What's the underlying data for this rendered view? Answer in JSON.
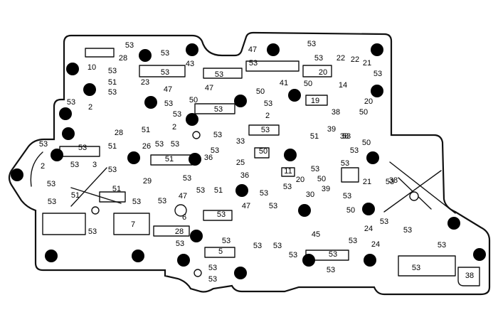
{
  "labels": [
    "53",
    "47",
    "53",
    "53",
    "28",
    "53",
    "10",
    "53",
    "43",
    "53",
    "53",
    "22",
    "22",
    "21",
    "53",
    "51",
    "23",
    "53",
    "20",
    "14",
    "53",
    "47",
    "47",
    "50",
    "41",
    "50",
    "20",
    "53",
    "50",
    "53",
    "53",
    "2",
    "53",
    "19",
    "38",
    "53",
    "53",
    "2",
    "50",
    "39",
    "28",
    "51",
    "2",
    "53",
    "53",
    "51",
    "53",
    "53",
    "51",
    "33",
    "26",
    "53",
    "53",
    "50",
    "53",
    "3",
    "53",
    "51",
    "36",
    "25",
    "50",
    "2",
    "36",
    "11",
    "53",
    "53",
    "53",
    "51",
    "29",
    "53",
    "53",
    "21",
    "53",
    "51",
    "53",
    "53",
    "47",
    "53",
    "30",
    "53",
    "39",
    "53",
    "51",
    "53",
    "53",
    "53",
    "47",
    "6",
    "53",
    "50",
    "53",
    "45",
    "53",
    "53",
    "28",
    "24",
    "53",
    "53",
    "53",
    "5",
    "53",
    "53",
    "53",
    "53",
    "24",
    "53",
    "53",
    "53",
    "53",
    "53",
    "53",
    "7",
    "38",
    "20",
    "38",
    "50",
    "38"
  ]
}
